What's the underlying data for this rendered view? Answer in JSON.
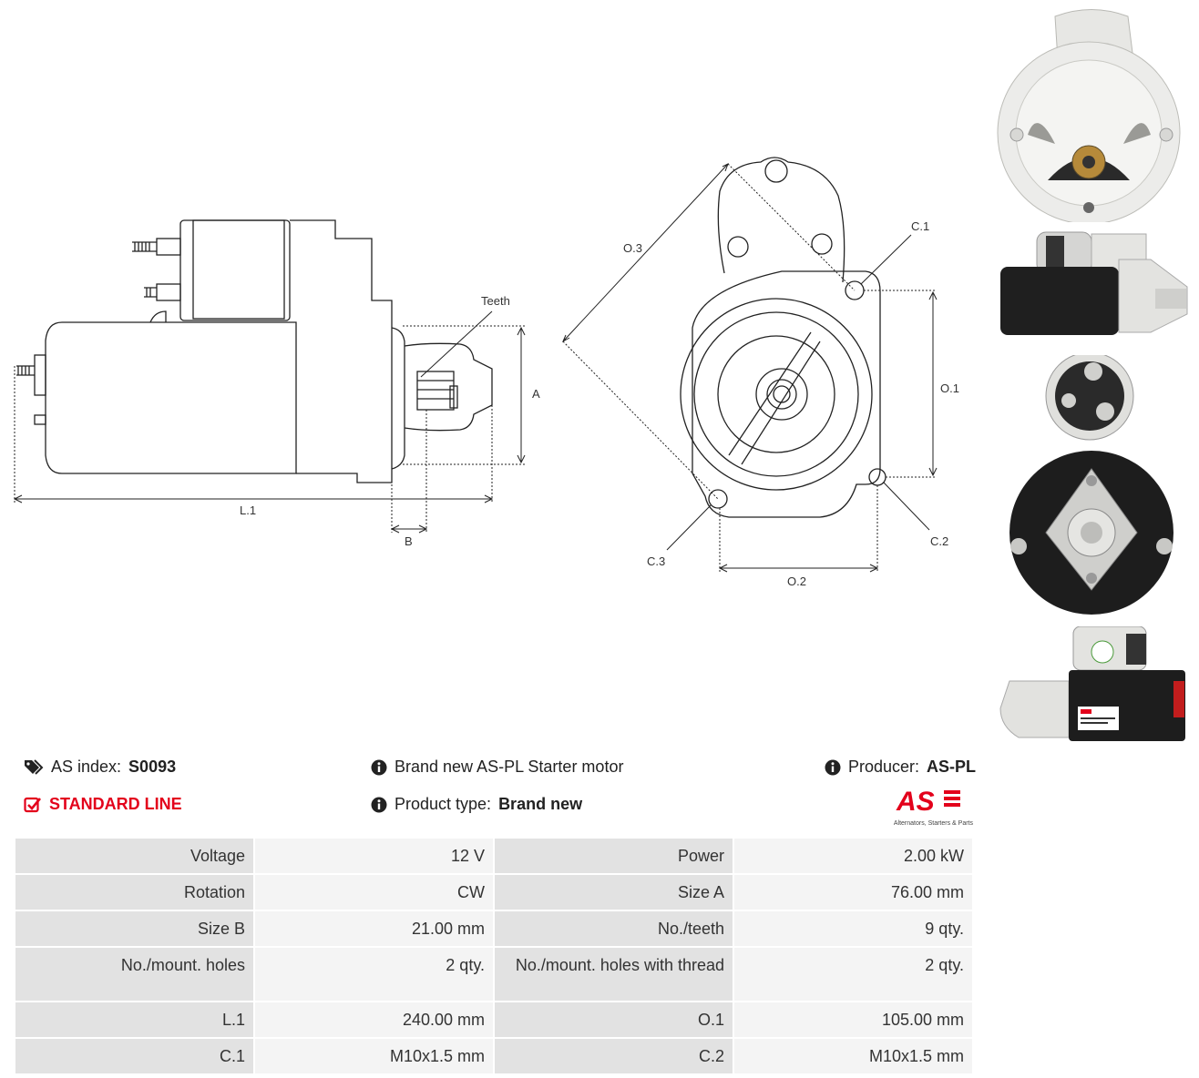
{
  "drawing_labels": {
    "teeth": "Teeth",
    "a": "A",
    "b": "B",
    "l1": "L.1",
    "o1": "O.1",
    "o2": "O.2",
    "o3": "O.3",
    "c1": "C.1",
    "c2": "C.2",
    "c3": "C.3"
  },
  "info": {
    "as_index_label": "AS index:",
    "as_index_value": "S0093",
    "line": "STANDARD LINE",
    "description": "Brand new AS-PL Starter motor",
    "product_type_label": "Product type:",
    "product_type_value": "Brand new",
    "producer_label": "Producer:",
    "producer_value": "AS-PL"
  },
  "logo": {
    "mark": "AS",
    "tagline": "Alternators, Starters & Parts"
  },
  "specs": [
    [
      "Voltage",
      "12 V",
      "Power",
      "2.00 kW"
    ],
    [
      "Rotation",
      "CW",
      "Size A",
      "76.00 mm"
    ],
    [
      "Size B",
      "21.00 mm",
      "No./teeth",
      "9 qty."
    ],
    [
      "No./mount. holes",
      "2 qty.",
      "No./mount. holes with thread",
      "2 qty."
    ],
    [
      "L.1",
      "240.00 mm",
      "O.1",
      "105.00 mm"
    ],
    [
      "C.1",
      "M10x1.5 mm",
      "C.2",
      "M10x1.5 mm"
    ]
  ],
  "colors": {
    "accent_red": "#e3001b",
    "key_cell": "#e2e2e2",
    "value_cell": "#f4f4f4"
  }
}
